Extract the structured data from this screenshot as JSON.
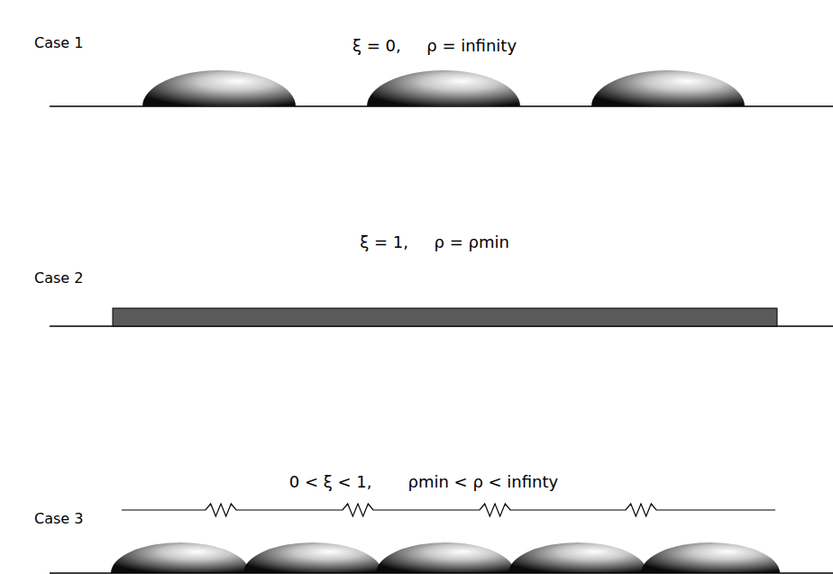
{
  "diagram": {
    "labels": [
      "ξ = 0,     ρ = infinity",
      "Case 1",
      "ξ = 1,     ρ = ρmin",
      "Case 2",
      "0 < ξ < 1,       ρmin < ρ < infinty",
      "Case 3"
    ]
  }
}
